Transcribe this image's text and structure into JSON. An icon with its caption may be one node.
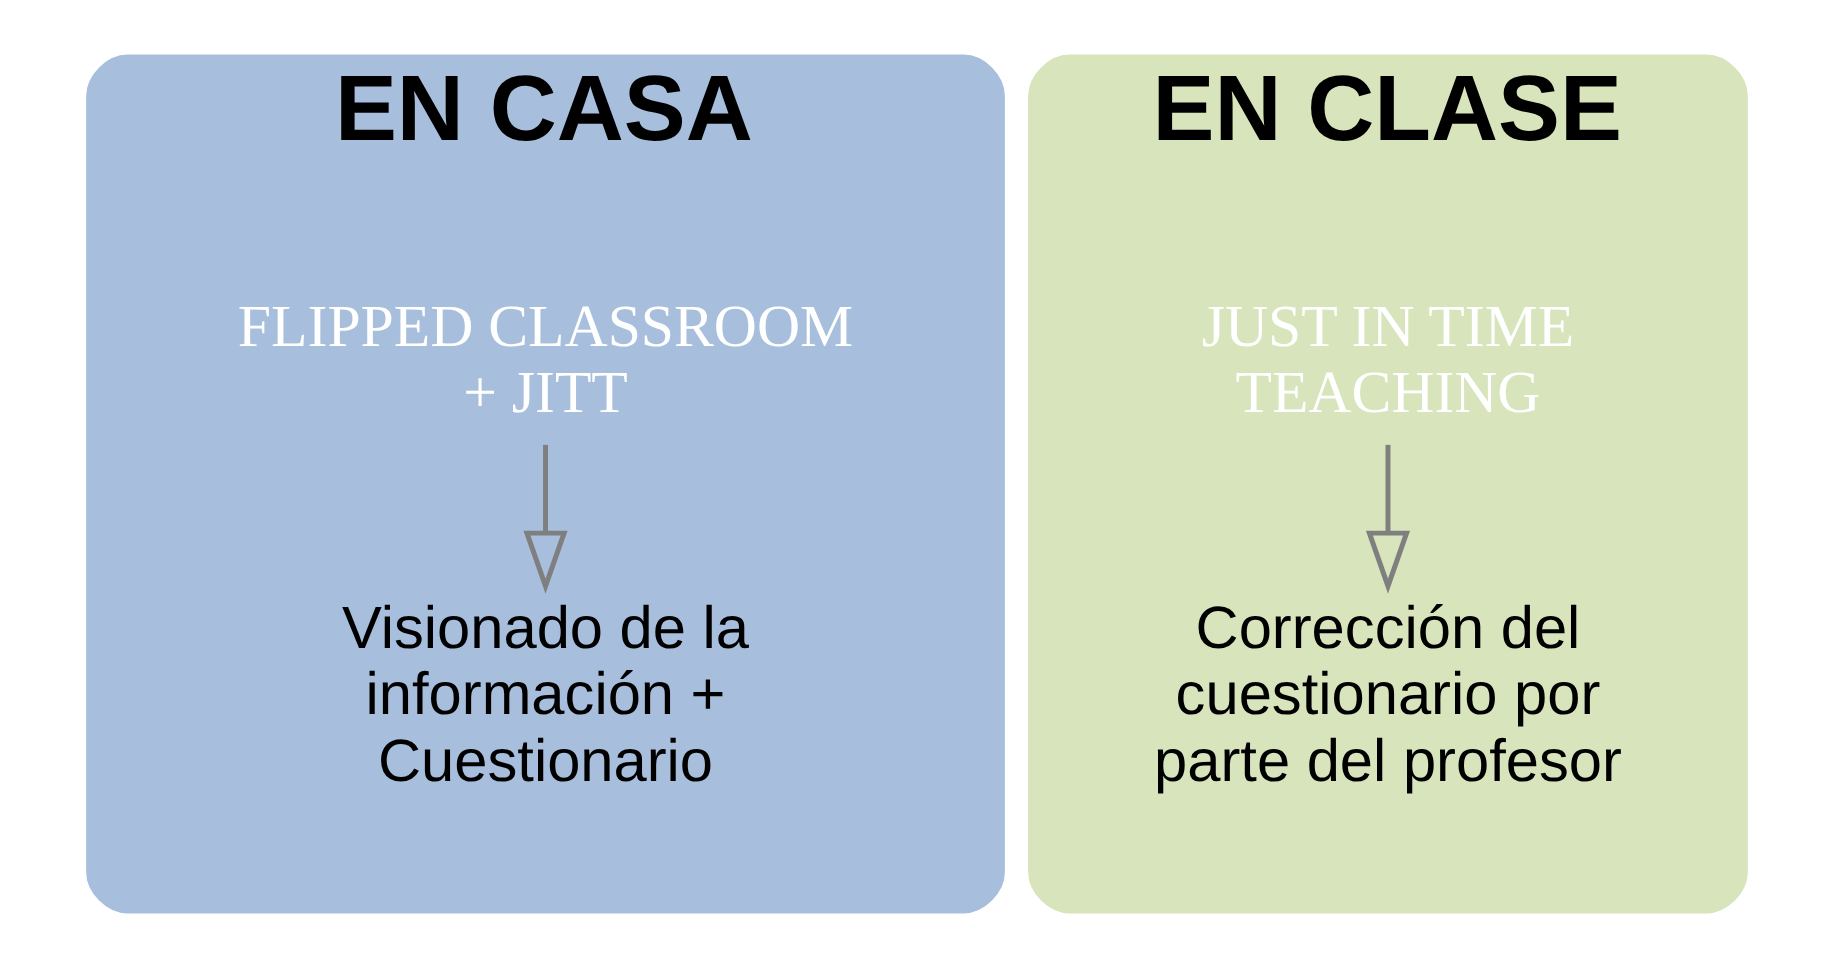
{
  "diagram": {
    "nodes": [
      {
        "text": [
          "EN CASA"
        ]
      },
      {
        "text": [
          "FLIPPED CLASSROOM + JITT"
        ],
        "in": 0
      },
      {
        "text": [
          "Visionado de la información + Cuestionario"
        ],
        "in": 0
      },
      {
        "text": [
          "EN CLASE"
        ]
      },
      {
        "text": [
          "JUST IN TIME TEACHING"
        ],
        "in": 3
      },
      {
        "text": [
          "Corrección del cuestionario por parte del profesor"
        ],
        "in": 3
      }
    ],
    "edges": [
      {
        "from": 1,
        "to": 2,
        "arrow": "to"
      },
      {
        "from": 4,
        "to": 5,
        "arrow": "to"
      }
    ]
  }
}
